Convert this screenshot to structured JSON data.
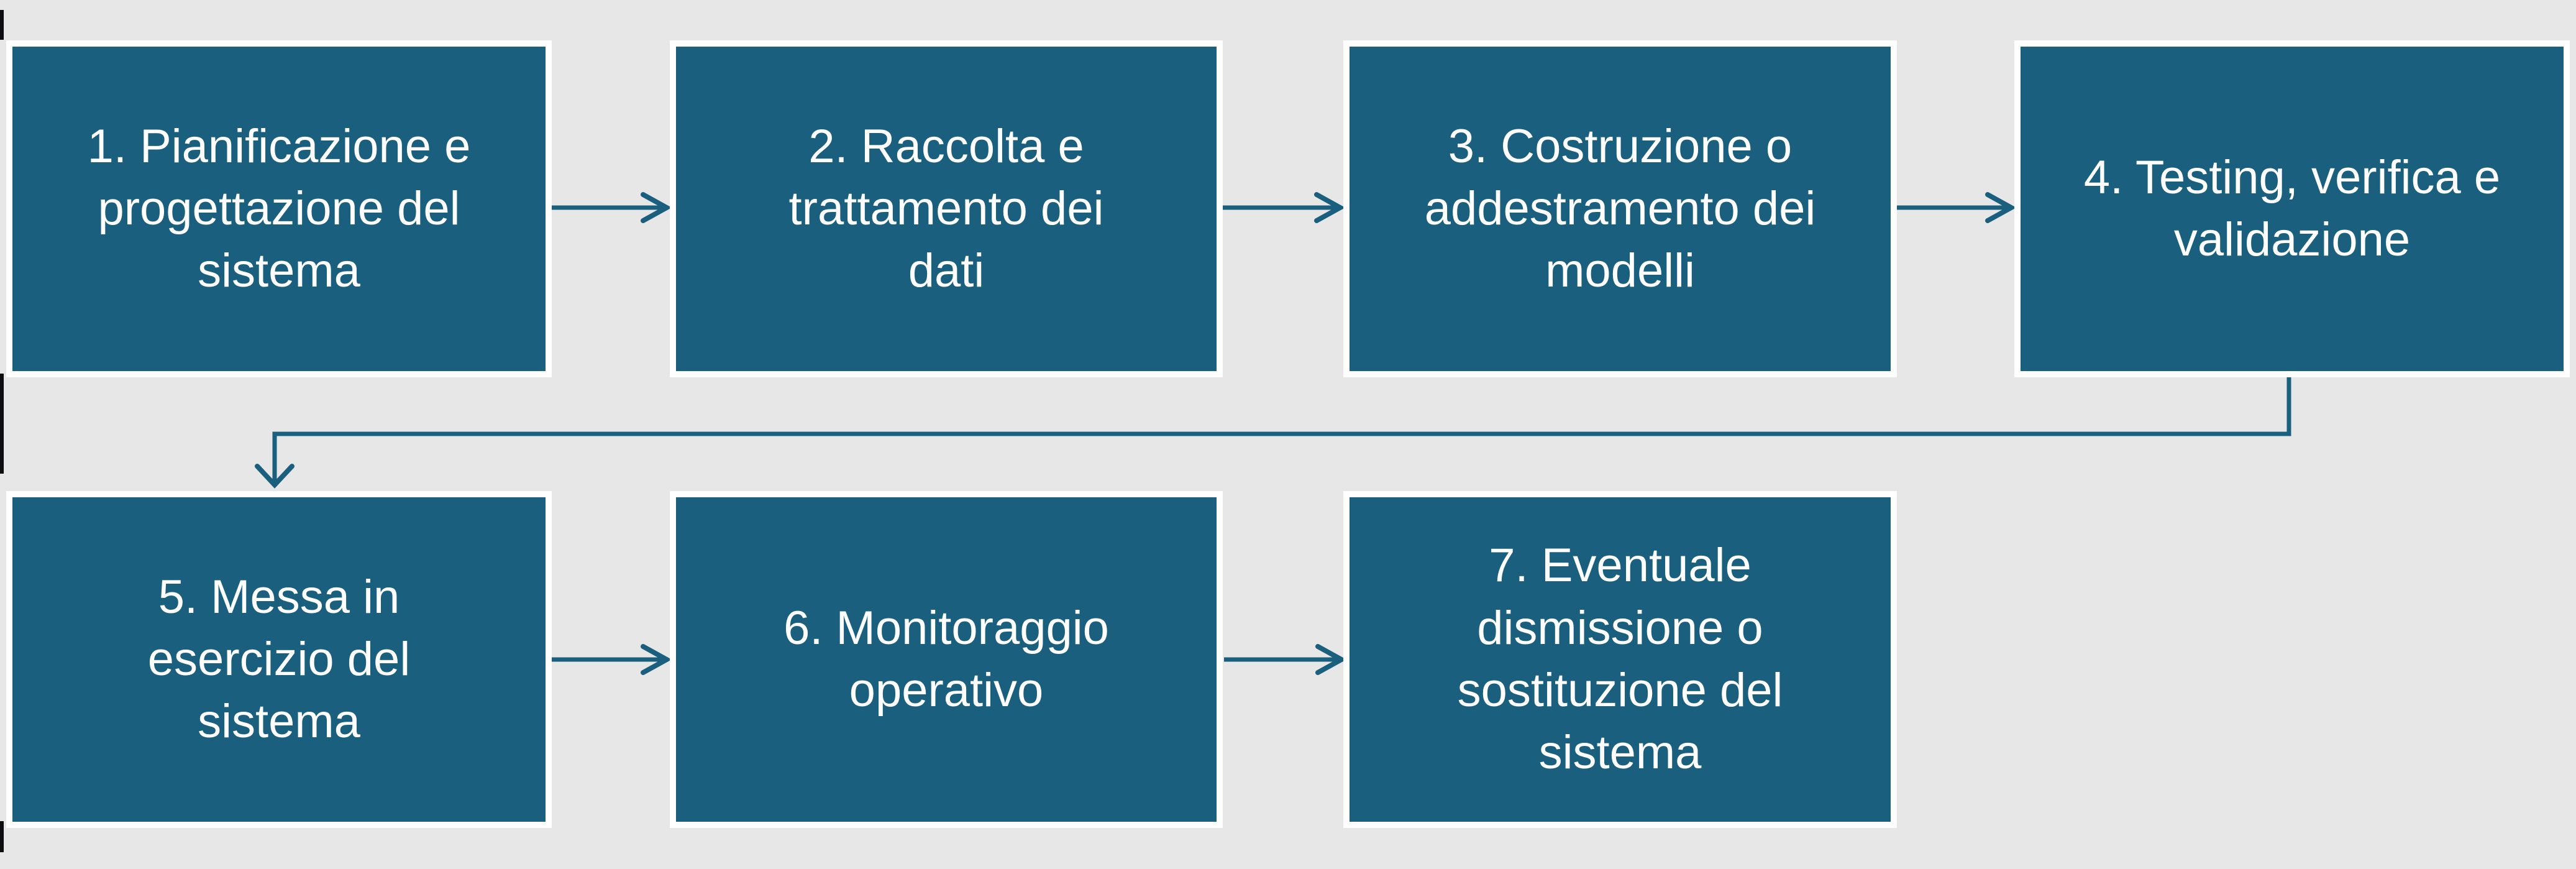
{
  "diagram": {
    "type": "flowchart",
    "language": "it",
    "steps": [
      {
        "id": "1",
        "label": "1. Pianificazione e\nprogettazione del\nsistema"
      },
      {
        "id": "2",
        "label": "2. Raccolta e\ntrattamento dei\ndati"
      },
      {
        "id": "3",
        "label": "3. Costruzione o\naddestramento dei\nmodelli"
      },
      {
        "id": "4",
        "label": "4. Testing, verifica e\nvalidazione"
      },
      {
        "id": "5",
        "label": "5. Messa in\nesercizio del\nsistema"
      },
      {
        "id": "6",
        "label": "6. Monitoraggio\noperativo"
      },
      {
        "id": "7",
        "label": "7. Eventuale\ndismissione o\nsostituzione del\nsistema"
      }
    ],
    "connections": [
      {
        "from": "1",
        "to": "2",
        "style": "straight-right-arrow"
      },
      {
        "from": "2",
        "to": "3",
        "style": "straight-right-arrow"
      },
      {
        "from": "3",
        "to": "4",
        "style": "straight-right-arrow"
      },
      {
        "from": "4",
        "to": "5",
        "style": "elbow-down-arrow"
      },
      {
        "from": "5",
        "to": "6",
        "style": "straight-right-arrow"
      },
      {
        "from": "6",
        "to": "7",
        "style": "straight-right-arrow"
      }
    ]
  },
  "colors": {
    "background": "#E8E7E7",
    "box_fill": "#1A5F7D",
    "box_border": "#FFFFFF",
    "box_text": "#FFFFFF",
    "arrow": "#1A5F7D",
    "edge_sliver": "#0E0E10"
  }
}
